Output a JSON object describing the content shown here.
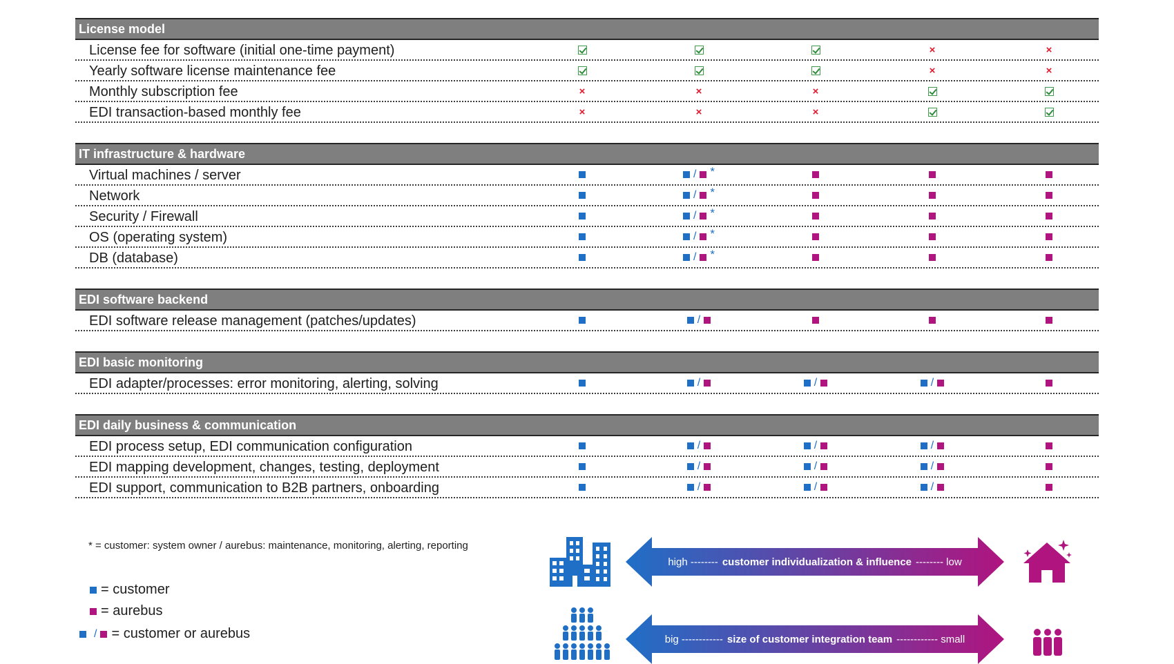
{
  "sections": [
    {
      "title": "License model",
      "rows": [
        {
          "label": "License fee for software (initial one-time payment)",
          "cells": [
            "yes",
            "yes",
            "yes",
            "no",
            "no"
          ]
        },
        {
          "label": "Yearly software license maintenance fee",
          "cells": [
            "yes",
            "yes",
            "yes",
            "no",
            "no"
          ]
        },
        {
          "label": "Monthly subscription fee",
          "cells": [
            "no",
            "no",
            "no",
            "yes",
            "yes"
          ]
        },
        {
          "label": "EDI transaction-based monthly fee",
          "cells": [
            "no",
            "no",
            "no",
            "yes",
            "yes"
          ]
        }
      ]
    },
    {
      "title": "IT infrastructure & hardware",
      "rows": [
        {
          "label": "Virtual machines / server",
          "cells": [
            "c",
            "both*",
            "a",
            "a",
            "a"
          ]
        },
        {
          "label": "Network",
          "cells": [
            "c",
            "both*",
            "a",
            "a",
            "a"
          ]
        },
        {
          "label": "Security / Firewall",
          "cells": [
            "c",
            "both*",
            "a",
            "a",
            "a"
          ]
        },
        {
          "label": "OS (operating system)",
          "cells": [
            "c",
            "both*",
            "a",
            "a",
            "a"
          ]
        },
        {
          "label": "DB (database)",
          "cells": [
            "c",
            "both*",
            "a",
            "a",
            "a"
          ]
        }
      ]
    },
    {
      "title": "EDI software backend",
      "rows": [
        {
          "label": "EDI software release management (patches/updates)",
          "cells": [
            "c",
            "both",
            "a",
            "a",
            "a"
          ]
        }
      ]
    },
    {
      "title": "EDI basic monitoring",
      "rows": [
        {
          "label": "EDI adapter/processes: error monitoring, alerting, solving",
          "cells": [
            "c",
            "both",
            "both",
            "both",
            "a"
          ]
        }
      ]
    },
    {
      "title": "EDI daily business & communication",
      "rows": [
        {
          "label": "EDI process setup, EDI communication configuration",
          "cells": [
            "c",
            "both",
            "both",
            "both",
            "a"
          ]
        },
        {
          "label": "EDI mapping development, changes, testing, deployment",
          "cells": [
            "c",
            "both",
            "both",
            "both",
            "a"
          ]
        },
        {
          "label": "EDI support, communication to B2B partners, onboarding",
          "cells": [
            "c",
            "both",
            "both",
            "both",
            "a"
          ]
        }
      ]
    }
  ],
  "footnote": "* = customer: system owner / aurebus: maintenance, monitoring, alerting, reporting",
  "legend": {
    "customer": "= customer",
    "aurebus": "= aurebus",
    "either": "= customer or aurebus",
    "slash": "/"
  },
  "arrows": {
    "influence": {
      "left": "high --------",
      "center": "customer individualization & influence",
      "right": "-------- low"
    },
    "team": {
      "left": "big ------------",
      "center": "size of customer integration team",
      "right": "------------ small"
    }
  },
  "symbols": {
    "slash": "/",
    "star": "*",
    "cross": "×"
  },
  "colors": {
    "customer": "#1f6fc7",
    "aurebus": "#b0147f",
    "check": "#2e8b3a",
    "cross": "#e0182d",
    "header_bg": "#7f7f7f",
    "arrow_left": "#1f6fc7",
    "arrow_right": "#b0147f"
  },
  "icons": [
    "office-buildings-icon",
    "house-icon",
    "large-team-icon",
    "small-team-icon"
  ]
}
